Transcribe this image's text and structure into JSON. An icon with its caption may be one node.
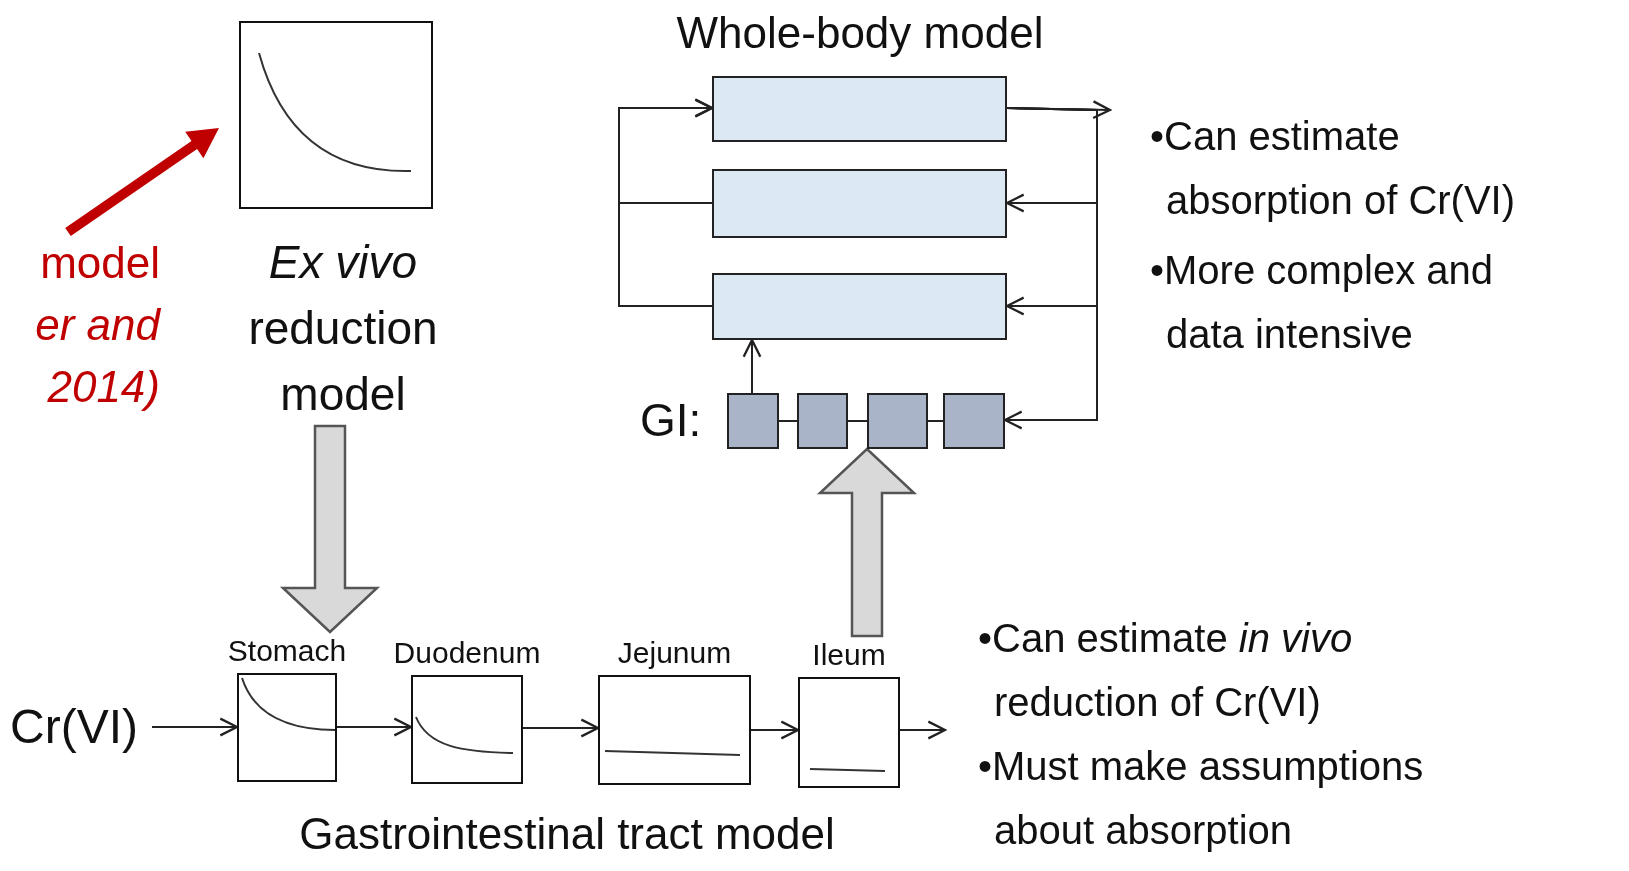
{
  "diagram": {
    "nodes": [
      {
        "text": [
          "model",
          "er and 2014)"
        ]
      },
      {
        "text": [
          "*Ex vivo* reduction model"
        ]
      },
      {
        "text": [],
        "shape": "box"
      },
      {
        "text": [],
        "shape": "box"
      },
      {
        "text": [],
        "shape": "box"
      },
      {
        "text": [],
        "shape": "box"
      },
      {
        "text": [],
        "shape": "box"
      },
      {
        "text": [],
        "shape": "box"
      },
      {
        "text": [],
        "shape": "box"
      },
      {
        "text": [
          "Cr(VI)"
        ]
      },
      {
        "text": [
          "Stomach"
        ]
      },
      {
        "text": [
          "Duodenum"
        ]
      },
      {
        "text": [
          "Jejunum"
        ]
      },
      {
        "text": [
          "Ileum"
        ]
      }
    ],
    "edges": [
      {
        "from": 0,
        "to": 1,
        "arrow": "to",
        "style": "thick",
        "color": "#c00000"
      },
      {
        "from": 1,
        "to": 10,
        "arrow": "to",
        "style": "thick",
        "color": "#d9d9d9"
      },
      {
        "from": 2,
        "to": null,
        "arrow": "to"
      },
      {
        "from": 2,
        "to": 3,
        "arrow": "to"
      },
      {
        "from": 2,
        "to": 4,
        "arrow": "to"
      },
      {
        "from": 2,
        "to": 8,
        "arrow": "to"
      },
      {
        "from": 3,
        "to": 2,
        "arrow": "to"
      },
      {
        "from": 4,
        "to": 2,
        "arrow": "to"
      },
      {
        "from": 5,
        "to": 4,
        "arrow": "to"
      },
      {
        "from": 5,
        "to": 6,
        "arrow": "none"
      },
      {
        "from": 6,
        "to": 7,
        "arrow": "none"
      },
      {
        "from": 7,
        "to": 8,
        "arrow": "none"
      },
      {
        "from": 13,
        "to": 7,
        "arrow": "to",
        "style": "thick",
        "color": "#d9d9d9"
      },
      {
        "from": 9,
        "to": 10,
        "arrow": "to"
      },
      {
        "from": 10,
        "to": 11,
        "arrow": "to"
      },
      {
        "from": 11,
        "to": 12,
        "arrow": "to"
      },
      {
        "from": 12,
        "to": 13,
        "arrow": "to"
      },
      {
        "from": 13,
        "to": null,
        "arrow": "to"
      }
    ],
    "labels": [
      "Whole-body model",
      "GI:",
      "•Can estimate absorption of Cr(VI)",
      "•More complex and data intensive",
      "Gastrointestinal tract model",
      "•Can estimate *in vivo* reduction of Cr(VI)",
      "•Must make assumptions about absorption"
    ]
  }
}
